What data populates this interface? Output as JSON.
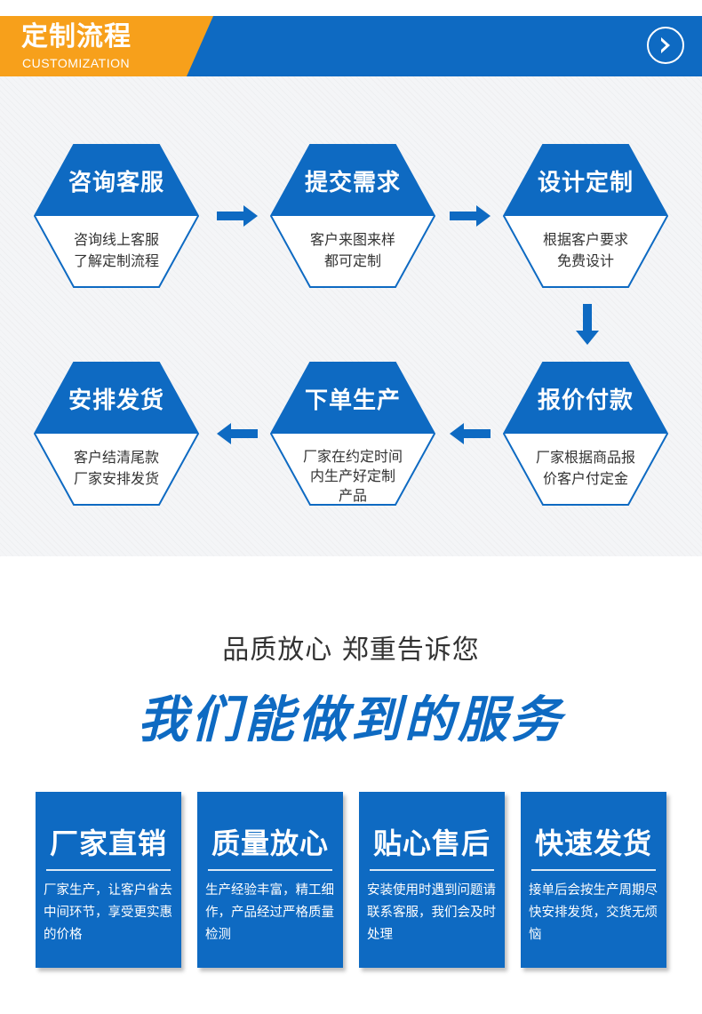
{
  "header": {
    "title": "定制流程",
    "subtitle": "CUSTOMIZATION",
    "colors": {
      "orange": "#f7a01b",
      "blue": "#0e6ac2"
    },
    "next_icon": "chevron-right-circle-icon"
  },
  "steps": [
    {
      "title": "咨询客服",
      "desc": "咨询线上客服\n了解定制流程"
    },
    {
      "title": "提交需求",
      "desc": "客户来图来样\n都可定制"
    },
    {
      "title": "设计定制",
      "desc": "根据客户要求\n免费设计"
    },
    {
      "title": "报价付款",
      "desc": "厂家根据商品报\n价客户付定金"
    },
    {
      "title": "下单生产",
      "desc": "厂家在约定时间\n内生产好定制\n产品"
    },
    {
      "title": "安排发货",
      "desc": "客户结清尾款\n厂家安排发货"
    }
  ],
  "slogan": "品质放心  郑重告诉您",
  "services_title": "我们能做到的服务",
  "services": [
    {
      "title": "厂家直销",
      "desc": "厂家生产，让客户省去中间环节，享受更实惠的价格"
    },
    {
      "title": "质量放心",
      "desc": "生产经验丰富，精工细作，产品经过严格质量检测"
    },
    {
      "title": "贴心售后",
      "desc": "安装使用时遇到问题请联系客服，我们会及时处理"
    },
    {
      "title": "快速发货",
      "desc": "接单后会按生产周期尽快安排发货，交货无烦恼"
    }
  ]
}
